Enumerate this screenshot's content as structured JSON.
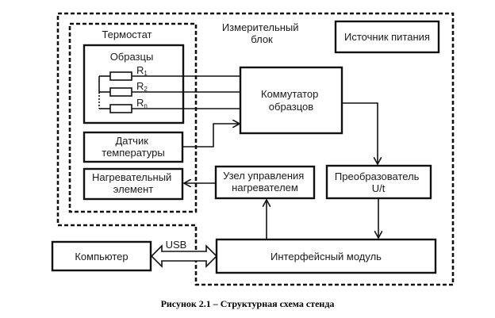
{
  "groups": {
    "measuring_unit": "Измерительный\nблок",
    "thermostat": "Термостат"
  },
  "blocks": {
    "samples": "Образцы",
    "power_supply": "Источник питания",
    "switch": "Коммутатор\nобразцов",
    "temp_sensor": "Датчик\nтемпературы",
    "heater": "Нагревательный\nэлемент",
    "heater_control": "Узел управления\nнагревателем",
    "converter": "Преобразователь\nU/t",
    "interface": "Интерфейсный модуль",
    "computer": "Компьютер"
  },
  "resistors": [
    {
      "base": "R",
      "sub": "1"
    },
    {
      "base": "R",
      "sub": "2"
    },
    {
      "base": "R",
      "sub": "n"
    }
  ],
  "links": {
    "usb": "USB"
  },
  "caption": "Рисунок 2.1 – Структурная схема стенда"
}
